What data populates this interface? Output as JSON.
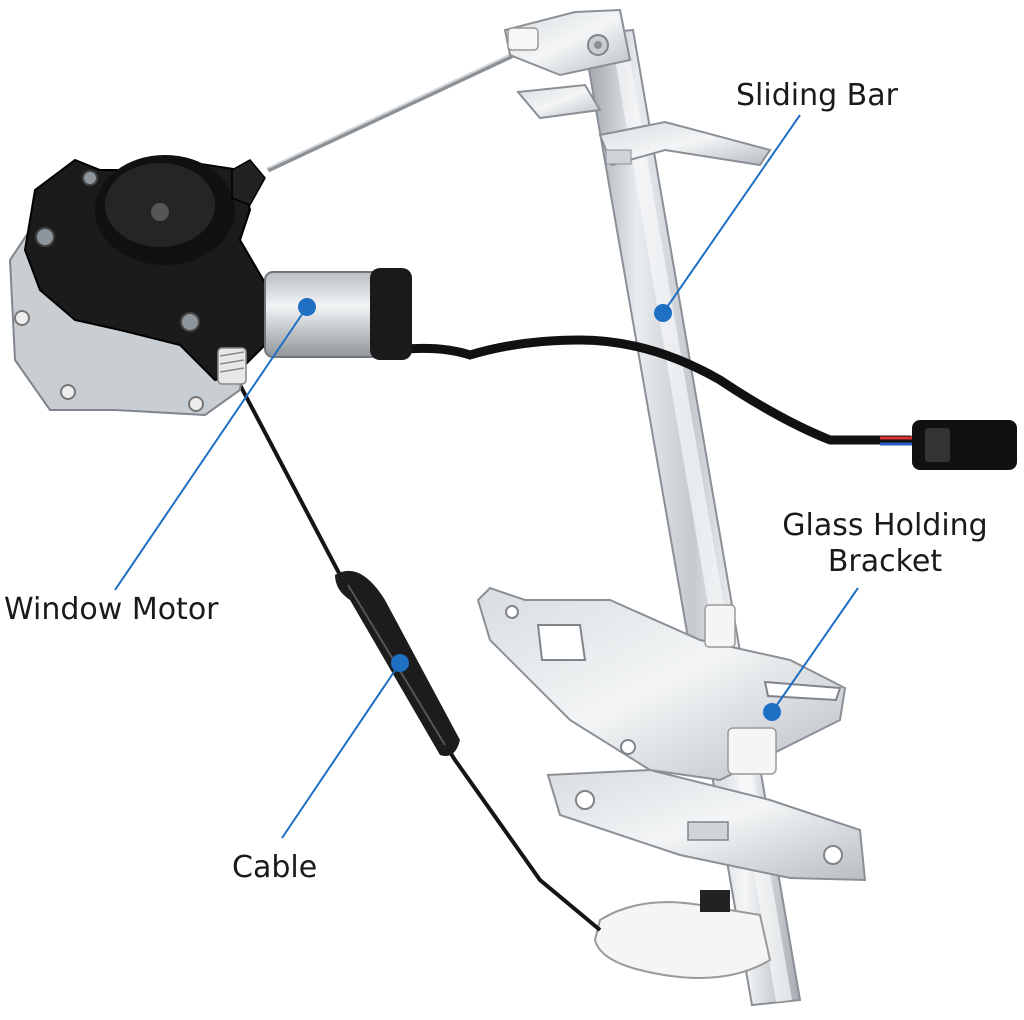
{
  "product": {
    "name": "power window regulator with motor",
    "accent_color": "#1f6fc4",
    "callout_line_color": "#1f6fc4",
    "callout_dot_color": "#1f6fc4"
  },
  "labels": {
    "sliding_bar": "Sliding Bar",
    "glass_holding_bracket_line1": "Glass Holding",
    "glass_holding_bracket_line2": "Bracket",
    "window_motor": "Window Motor",
    "cable": "Cable"
  },
  "parts": [
    {
      "id": "sliding_bar",
      "icon": "rail-icon"
    },
    {
      "id": "glass_holding_bracket",
      "icon": "bracket-icon"
    },
    {
      "id": "window_motor",
      "icon": "motor-icon"
    },
    {
      "id": "cable",
      "icon": "cable-icon"
    }
  ]
}
